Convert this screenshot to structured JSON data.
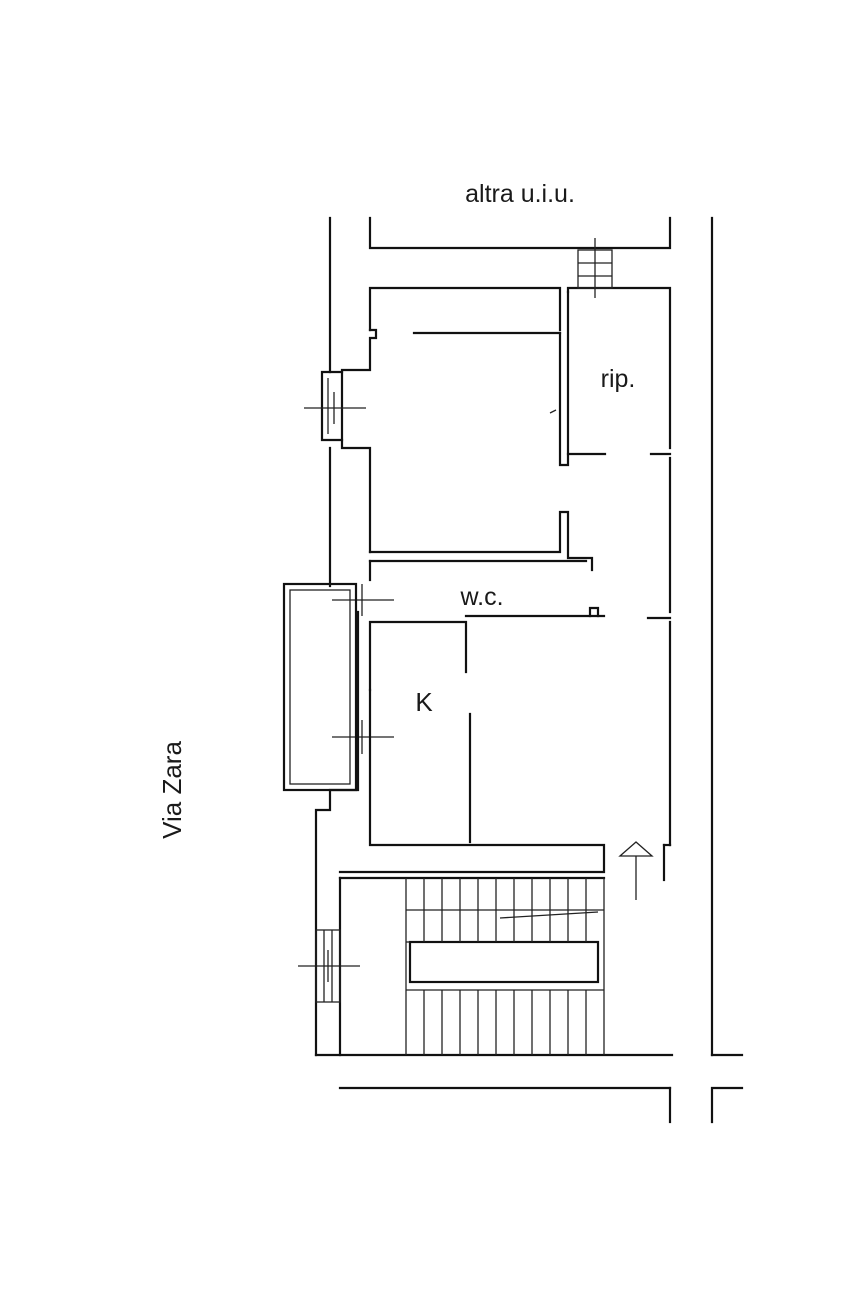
{
  "labels": {
    "neighbor": "altra u.i.u.",
    "storage": "rip.",
    "bathroom": "w.c.",
    "kitchen": "K",
    "street": "Via Zara"
  },
  "colors": {
    "ink": "#111111",
    "paper": "#ffffff"
  },
  "icons": {
    "entrance": "up-arrow-icon"
  }
}
